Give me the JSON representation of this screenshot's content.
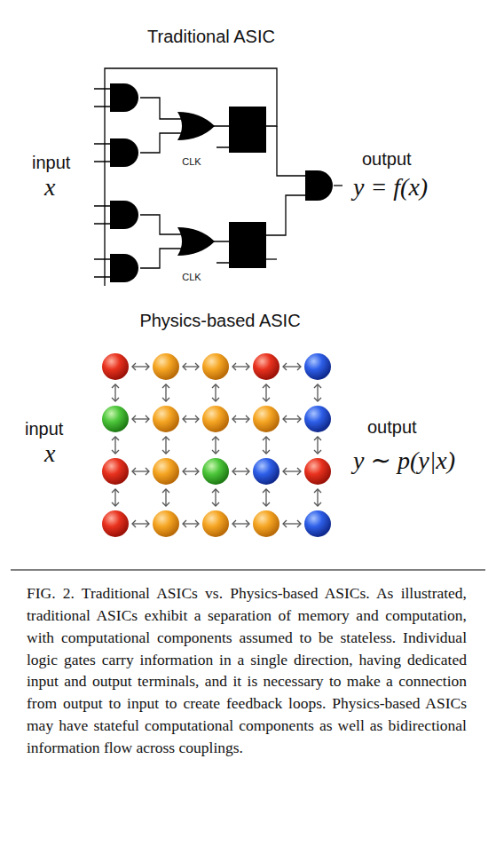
{
  "diagram": {
    "caption": "FIG. 2. Traditional ASICs vs. Physics-based ASICs. As illustrated, traditional ASICs exhibit a separation of memory and computation, with computational components assumed to be stateless. Individual logic gates carry information in a single direction, having dedicated input and output terminals, and it is necessary to make a connection from output to input to create feedback loops. Physics-based ASICs may have stateful computational components as well as bidirectional information flow across couplings.",
    "labels": [
      "Traditional ASIC",
      "input",
      "x",
      "output",
      "y = f(x)",
      "CLK",
      "CLK",
      "Physics-based ASIC",
      "input",
      "x",
      "output",
      "y ∼ p(y|x)"
    ]
  }
}
